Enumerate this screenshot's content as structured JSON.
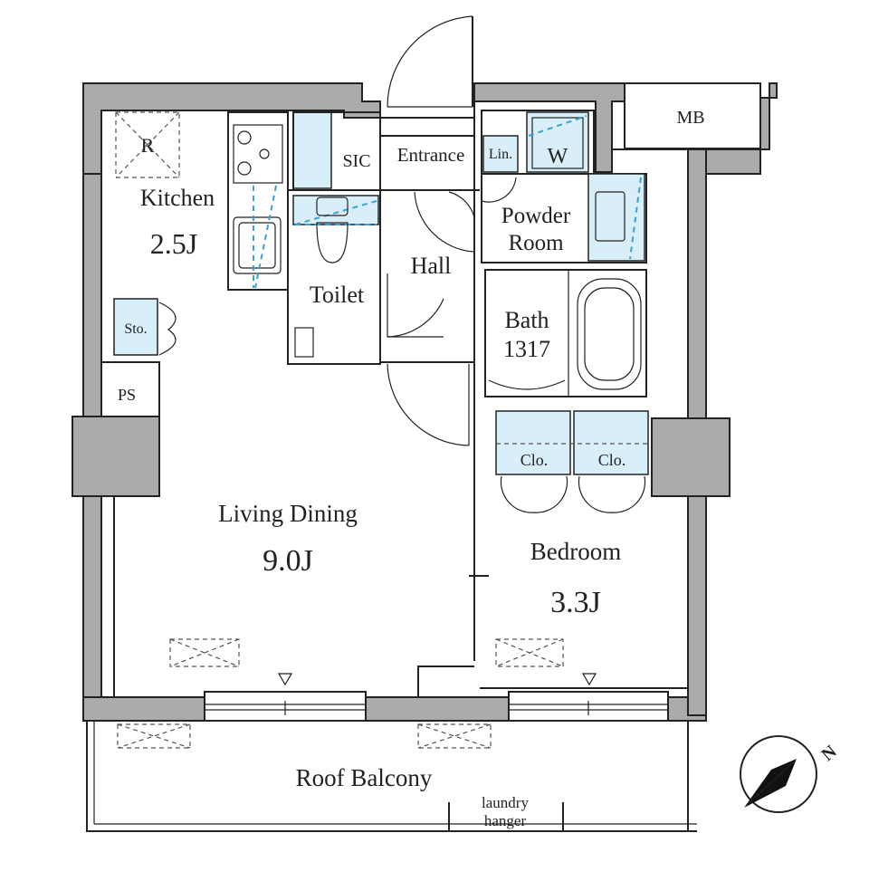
{
  "rooms": {
    "kitchen_name": "Kitchen",
    "kitchen_size": "2.5J",
    "fridge": "R",
    "sic": "SIC",
    "entrance": "Entrance",
    "linen": "Lin.",
    "washer": "W",
    "mb": "MB",
    "powder_room_line1": "Powder",
    "powder_room_line2": "Room",
    "hall": "Hall",
    "toilet": "Toilet",
    "bath_line1": "Bath",
    "bath_line2": "1317",
    "storage": "Sto.",
    "ps": "PS",
    "closet_left": "Clo.",
    "closet_right": "Clo.",
    "living_name": "Living Dining",
    "living_size": "9.0J",
    "bedroom_name": "Bedroom",
    "bedroom_size": "3.3J",
    "balcony": "Roof Balcony",
    "laundry_line1": "laundry",
    "laundry_line2": "hanger",
    "compass": "N"
  },
  "colors": {
    "wall": "#ababab",
    "fixture_blue": "#d8eef8",
    "dashed_blue": "#3aa0d8",
    "line": "#222222"
  }
}
